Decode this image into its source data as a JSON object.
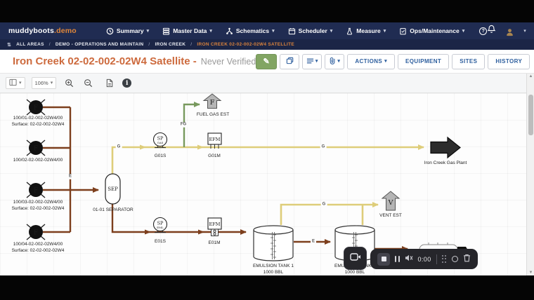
{
  "topbar": {
    "brand": "muddyboots",
    "brand_suffix": ".demo",
    "menu": [
      {
        "label": "Summary"
      },
      {
        "label": "Master Data"
      },
      {
        "label": "Schematics"
      },
      {
        "label": "Scheduler"
      },
      {
        "label": "Measure"
      },
      {
        "label": "Ops/Maintenance"
      }
    ]
  },
  "breadcrumb": {
    "separator": "/",
    "root": "ALL AREAS",
    "items": [
      "DEMO - OPERATIONS AND MAINTAIN",
      "IRON CREEK",
      "IRON CREEK 02-02-002-02W4 SATELLITE"
    ]
  },
  "header": {
    "title": "Iron Creek 02-02-002-02W4 Satellite -",
    "status": "Never Verified",
    "actions_label": "ACTIONS",
    "equipment_label": "EQUIPMENT",
    "sites_label": "SITES",
    "history_label": "HISTORY"
  },
  "toolbar": {
    "zoom_level": "106%"
  },
  "diagram": {
    "wells": [
      {
        "symbol": "F",
        "id": "100/01-02-002-02W4/00",
        "surface": "Surface: 02-02-002-02W4"
      },
      {
        "symbol": "F",
        "id": "100/02-02-002-02W4/00",
        "surface": ""
      },
      {
        "symbol": "F",
        "id": "100/03-02-002-02W4/00",
        "surface": "Surface: 02-02-002-02W4"
      },
      {
        "symbol": "F",
        "id": "100/04-02-002-02W4/00",
        "surface": "Surface: 02-02-002-02W4"
      }
    ],
    "separator": {
      "symbol": "SEP",
      "label": "01-01 SEPARATOR"
    },
    "g01s": {
      "line1": "SP",
      "line2": "GAS",
      "label": "G01S"
    },
    "g01m": {
      "symbol": "EFM",
      "label": "G01M"
    },
    "e01s": {
      "line1": "SP",
      "line2": "EML",
      "label": "E01S"
    },
    "e01m": {
      "symbol": "EFM",
      "label": "E01M"
    },
    "fuel_gas": {
      "symbol": "F",
      "label": "FUEL GAS EST"
    },
    "vent": {
      "symbol": "V",
      "label": "VENT EST"
    },
    "gas_plant": {
      "label": "Iron Creek Gas Plant"
    },
    "tanks": [
      {
        "name": "EMULSION TANK 1",
        "capacity": "1000 BBL"
      },
      {
        "name": "EMULSION TANK 2",
        "capacity": "1000 BBL"
      }
    ],
    "flow_labels": {
      "e_trunk": "E",
      "g_sep": "G",
      "fg": "FG",
      "g_main": "G",
      "g_vent": "G",
      "e_transfer": "E"
    }
  },
  "recorder": {
    "time": "0:00"
  },
  "colors": {
    "navy": "#202c52",
    "accent_orange": "#cd6a3d",
    "gas_line": "#decd7a",
    "fuel_gas_line": "#78995e",
    "emulsion_line": "#7d3f1d",
    "symbol_gray": "#b5b5b5",
    "edit_green": "#82a563",
    "button_blue": "#2d5e9e"
  }
}
